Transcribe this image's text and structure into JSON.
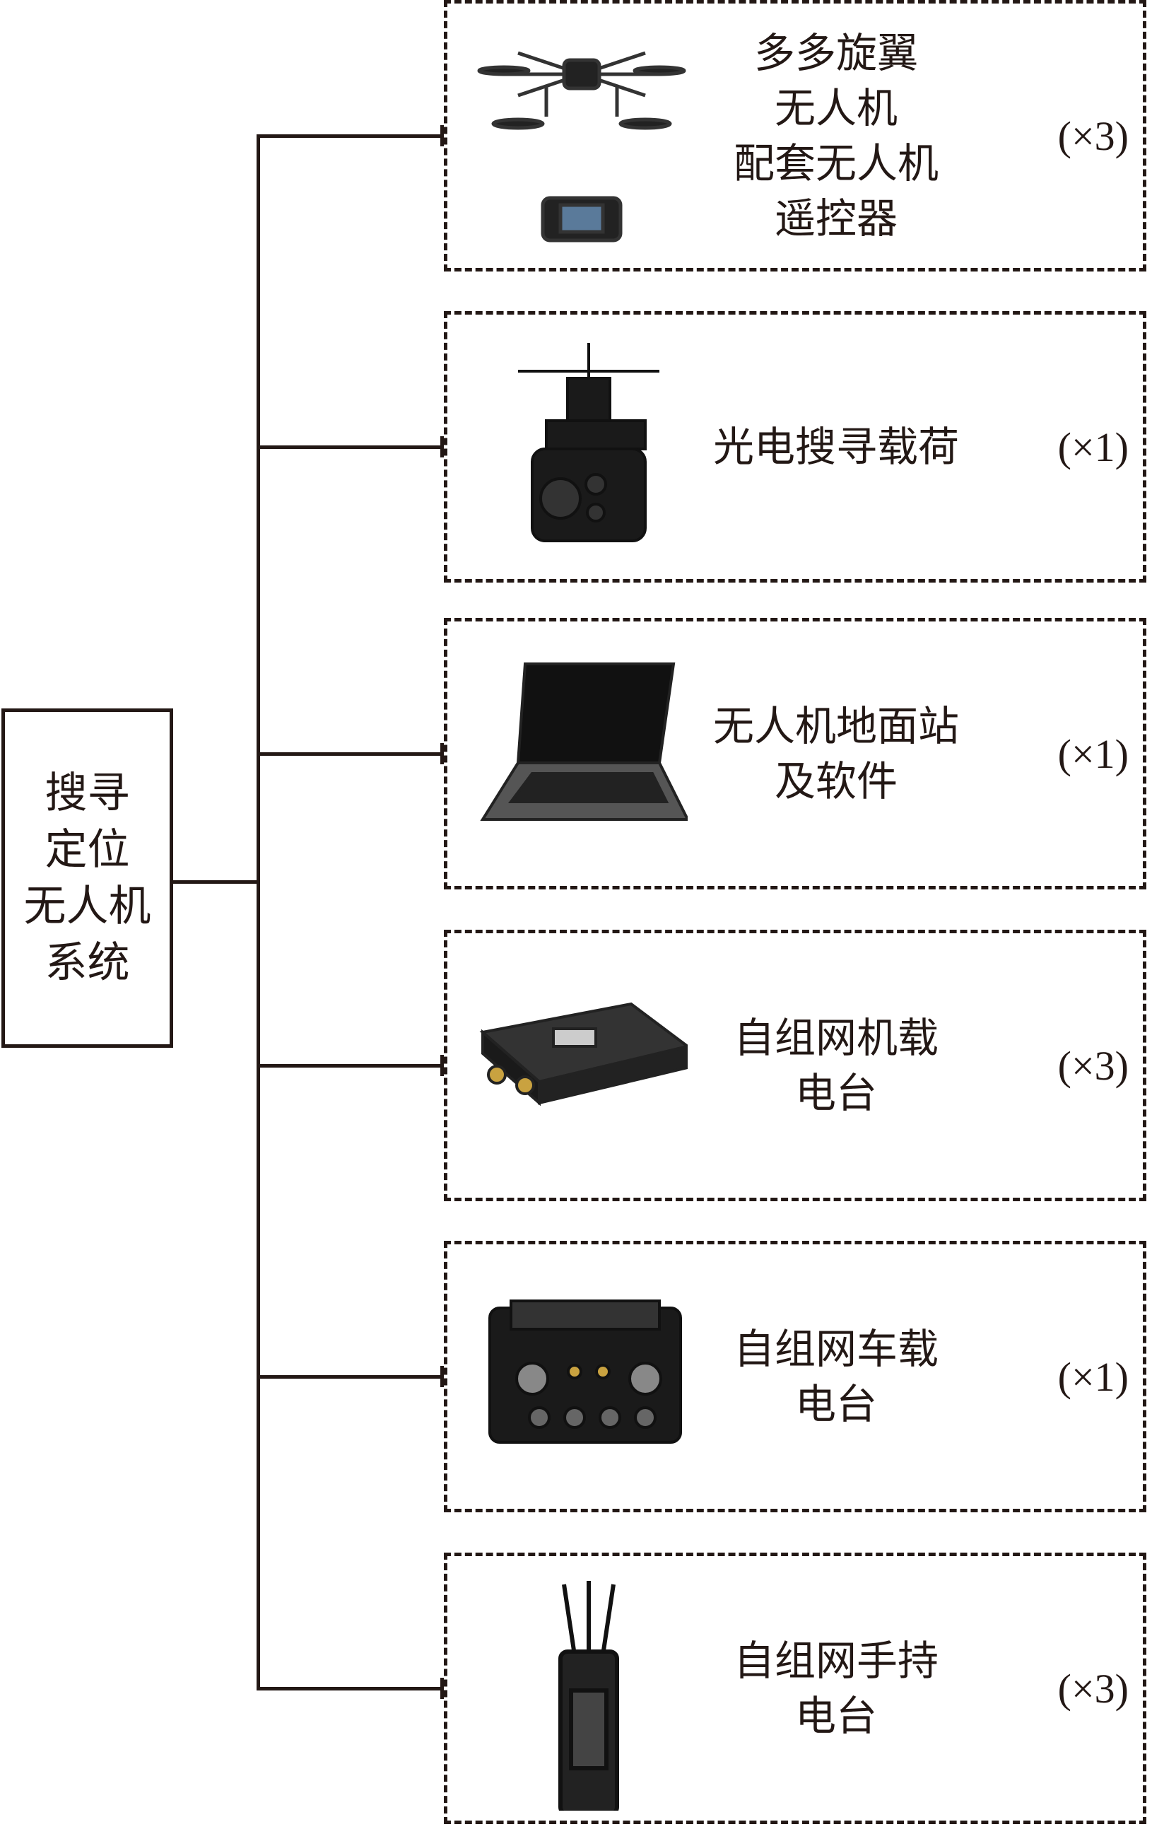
{
  "root": {
    "label": "搜寻\n定位\n无人机\n系统"
  },
  "items": [
    {
      "label": "多多旋翼\n无人机\n配套无人机\n遥控器",
      "qty": "(×3)",
      "icon": "drone-with-controller"
    },
    {
      "label": "光电搜寻载荷",
      "qty": "(×1)",
      "icon": "gimbal-camera"
    },
    {
      "label": "无人机地面站\n及软件",
      "qty": "(×1)",
      "icon": "rugged-laptop"
    },
    {
      "label": "自组网机载\n电台",
      "qty": "(×3)",
      "icon": "airborne-radio"
    },
    {
      "label": "自组网车载\n电台",
      "qty": "(×1)",
      "icon": "vehicle-radio"
    },
    {
      "label": "自组网手持\n电台",
      "qty": "(×3)",
      "icon": "handheld-radio"
    }
  ]
}
